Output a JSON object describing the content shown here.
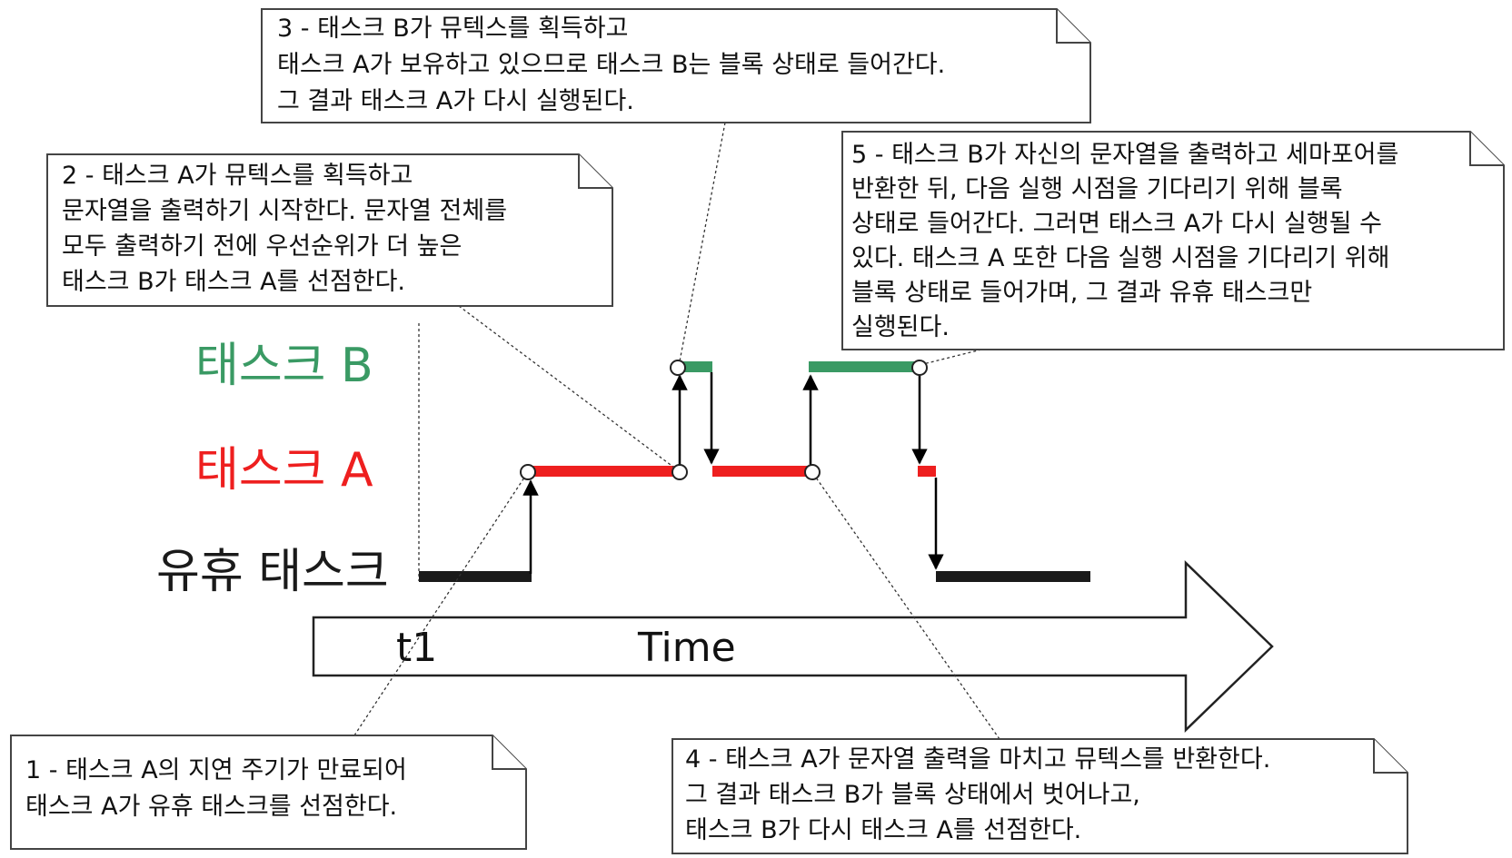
{
  "lanes": {
    "task_b": {
      "label": "태스크 B",
      "color": "#3a9a64"
    },
    "task_a": {
      "label": "태스크 A",
      "color": "#ee1f1f"
    },
    "idle": {
      "label": "유휴 태스크",
      "color": "#1a1a1a"
    }
  },
  "timeline": {
    "time_label": "Time",
    "t1_label": "t1"
  },
  "notes": {
    "note1": {
      "lines": [
        "1 - 태스크 A의 지연 주기가 만료되어",
        "태스크 A가 유휴 태스크를 선점한다."
      ]
    },
    "note2": {
      "lines": [
        "2 - 태스크 A가 뮤텍스를 획득하고",
        "문자열을 출력하기 시작한다. 문자열 전체를",
        "모두 출력하기 전에 우선순위가 더 높은",
        "태스크 B가 태스크 A를 선점한다."
      ]
    },
    "note3": {
      "lines": [
        "3 - 태스크 B가 뮤텍스를 획득하고",
        "태스크 A가 보유하고 있으므로 태스크 B는 블록 상태로 들어간다.",
        "그 결과 태스크 A가 다시 실행된다."
      ]
    },
    "note4": {
      "lines": [
        "4 - 태스크 A가 문자열 출력을 마치고 뮤텍스를 반환한다.",
        "그 결과 태스크 B가 블록 상태에서 벗어나고,",
        "태스크 B가 다시 태스크 A를 선점한다."
      ]
    },
    "note5": {
      "lines": [
        "5 - 태스크 B가 자신의 문자열을 출력하고 세마포어를",
        "반환한 뒤, 다음 실행 시점을 기다리기 위해 블록",
        "상태로 들어간다. 그러면 태스크 A가 다시 실행될 수",
        "있다. 태스크 A 또한 다음 실행 시점을 기다리기 위해",
        "블록 상태로 들어가며, 그 결과 유휴 태스크만",
        "실행된다."
      ]
    }
  }
}
